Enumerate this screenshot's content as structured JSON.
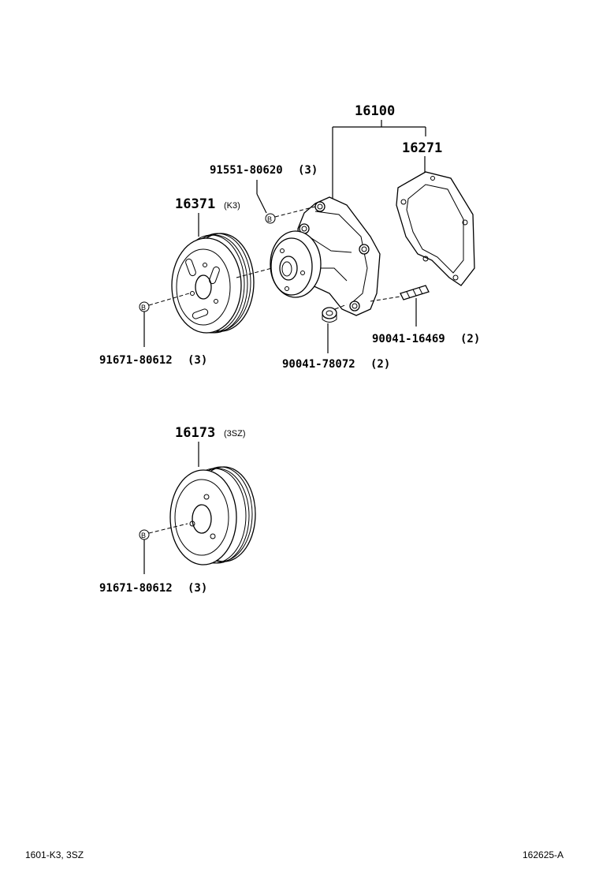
{
  "assembly": {
    "number": "16100"
  },
  "parts": {
    "gasket": {
      "number": "16271"
    },
    "bolt_pump": {
      "number": "91551-80620",
      "qty": "(3)"
    },
    "pulley_k3": {
      "number": "16371",
      "variant": "(K3)"
    },
    "bolt_pulley_1": {
      "number": "91671-80612",
      "qty": "(3)"
    },
    "stud": {
      "number": "90041-16469",
      "qty": "(2)"
    },
    "nut": {
      "number": "90041-78072",
      "qty": "(2)"
    },
    "pulley_3sz": {
      "number": "16173",
      "variant": "(3SZ)"
    },
    "bolt_pulley_2": {
      "number": "91671-80612",
      "qty": "(3)"
    }
  },
  "marker": "B",
  "footer": {
    "left": "1601-K3, 3SZ",
    "right": "162625-A"
  }
}
